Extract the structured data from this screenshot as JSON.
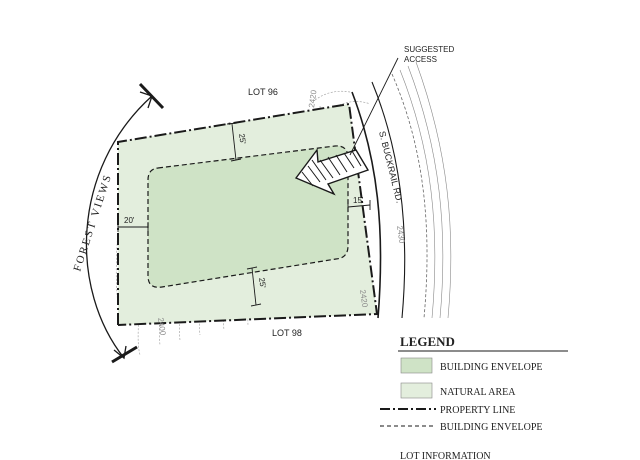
{
  "plan": {
    "lot_north": "LOT 96",
    "lot_south": "LOT 98",
    "road": "S. BUCKRAIL RD.",
    "forest_views": "FOREST VIEWS",
    "access_line1": "SUGGESTED",
    "access_line2": "ACCESS",
    "setbacks": {
      "west": "20'",
      "north": "25'",
      "south": "25'",
      "east": "15'"
    },
    "contours": {
      "north": "2420",
      "east": "2430",
      "southeast": "2420",
      "southwest": "2400"
    }
  },
  "legend": {
    "title": "LEGEND",
    "items": [
      {
        "label": "BUILDING ENVELOPE",
        "swatch": "#cfe3c6"
      },
      {
        "label": "NATURAL AREA",
        "swatch": "#e3eedd"
      },
      {
        "label": "PROPERTY LINE",
        "line": "dash-dot"
      },
      {
        "label": "BUILDING ENVELOPE",
        "line": "dashed"
      }
    ],
    "footer": "LOT INFORMATION"
  },
  "colors": {
    "natural_area": "#e3eedd",
    "building_envelope": "#cfe3c6",
    "linework": "#1a1a1a",
    "contour": "#9a9a9a"
  }
}
